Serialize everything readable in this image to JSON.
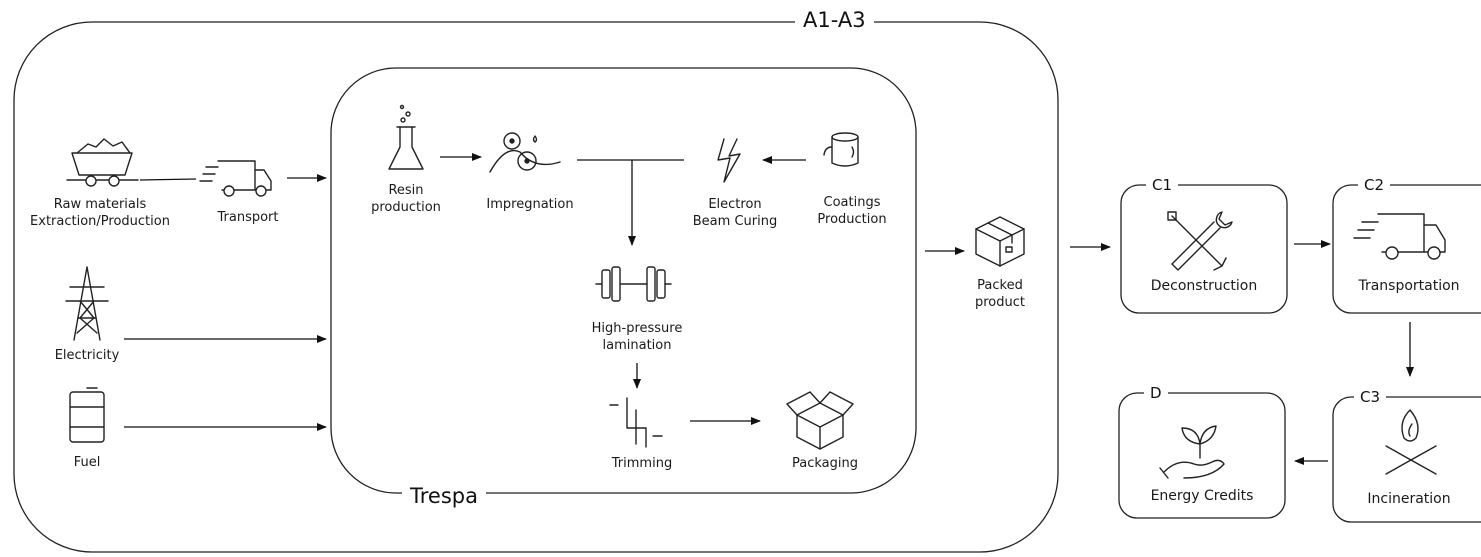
{
  "groups": {
    "a1_a3": "A1-A3",
    "trespa": "Trespa"
  },
  "inputs": {
    "raw_materials": "Raw materials\nExtraction/Production",
    "transport": "Transport",
    "electricity": "Electricity",
    "fuel": "Fuel"
  },
  "process": {
    "resin": "Resin\nproduction",
    "impregnation": "Impregnation",
    "electron_beam": "Electron\nBeam Curing",
    "coatings": "Coatings\nProduction",
    "hpl": "High-pressure\nlamination",
    "trimming": "Trimming",
    "packaging": "Packaging"
  },
  "output": {
    "packed_product": "Packed\nproduct"
  },
  "stages": {
    "c1": {
      "code": "C1",
      "label": "Deconstruction"
    },
    "c2": {
      "code": "C2",
      "label": "Transportation"
    },
    "c3": {
      "code": "C3",
      "label": "Incineration"
    },
    "d": {
      "code": "D",
      "label": "Energy Credits"
    }
  }
}
